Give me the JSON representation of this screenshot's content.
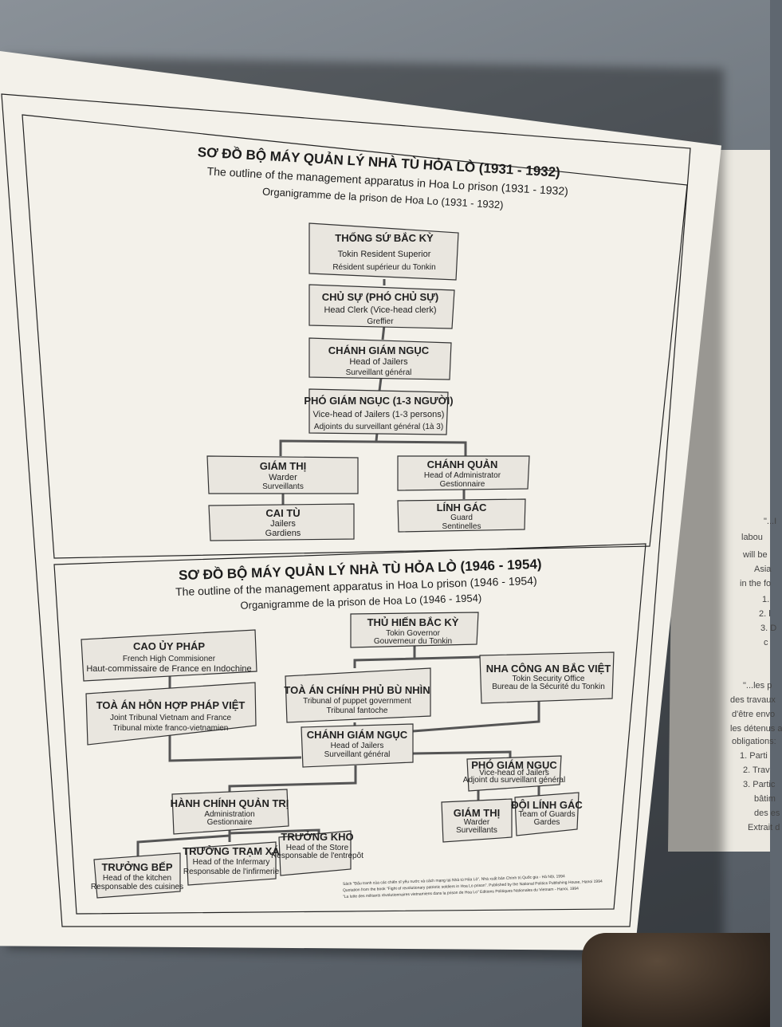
{
  "chart1": {
    "title_vi": "SƠ ĐỒ BỘ MÁY QUẢN LÝ NHÀ TÙ HỎA LÒ (1931 - 1932)",
    "title_en": "The outline of the management apparatus in Hoa Lo prison (1931 - 1932)",
    "title_fr": "Organigramme de la prison de Hoa Lo (1931 - 1932)",
    "nodes": {
      "resident": {
        "vi": "THỐNG SỨ BẮC KỲ",
        "en": "Tokin Resident Superior",
        "fr": "Résident supérieur du Tonkin"
      },
      "clerk": {
        "vi": "CHỦ SỰ (PHÓ CHỦ SỰ)",
        "en": "Head Clerk (Vice-head clerk)",
        "fr": "Greffier"
      },
      "head_jailers": {
        "vi": "CHÁNH GIÁM NGỤC",
        "en": "Head of Jailers",
        "fr": "Surveillant général"
      },
      "vice_jailers": {
        "vi": "PHÓ GIÁM NGỤC (1-3 NGƯỜI)",
        "en": "Vice-head of Jailers (1-3 persons)",
        "fr": "Adjoints du surveillant général (1à 3)"
      },
      "warder": {
        "vi": "GIÁM THỊ",
        "en": "Warder",
        "fr": "Surveillants"
      },
      "administrator": {
        "vi": "CHÁNH QUẢN",
        "en": "Head of Administrator",
        "fr": "Gestionnaire"
      },
      "jailers": {
        "vi": "CAI TÙ",
        "en": "Jailers",
        "fr": "Gardiens"
      },
      "guard": {
        "vi": "LÍNH GÁC",
        "en": "Guard",
        "fr": "Sentinelles"
      }
    }
  },
  "chart2": {
    "title_vi": "SƠ ĐỒ BỘ MÁY QUẢN LÝ NHÀ TÙ HỎA LÒ (1946 - 1954)",
    "title_en": "The outline of the management apparatus in Hoa Lo prison (1946 - 1954)",
    "title_fr": "Organigramme de la prison de Hoa Lo (1946 - 1954)",
    "nodes": {
      "governor": {
        "vi": "THỦ HIẾN BẮC KỲ",
        "en": "Tokin Governor",
        "fr": "Gouverneur du Tonkin"
      },
      "commissioner": {
        "vi": "CAO ỦY PHÁP",
        "en": "French High Commisioner",
        "fr": "Haut-commissaire de France en Indochine"
      },
      "security": {
        "vi": "NHA CÔNG AN BẮC VIỆT",
        "en": "Tokin Security Office",
        "fr": "Bureau de la Sécurité du Tonkin"
      },
      "joint_tribunal": {
        "vi": "TOÀ ÁN HỖN HỢP PHÁP VIỆT",
        "en": "Joint Tribunal Vietnam and France",
        "fr": "Tribunal mixte franco-vietnamien"
      },
      "puppet_tribunal": {
        "vi": "TOÀ ÁN CHÍNH PHỦ BÙ NHÌN",
        "en": "Tribunal of puppet government",
        "fr": "Tribunal fantoche"
      },
      "head_jailers": {
        "vi": "CHÁNH GIÁM NGỤC",
        "en": "Head of Jailers",
        "fr": "Surveillant général"
      },
      "vice_jailers": {
        "vi": "PHÓ GIÁM NGỤC",
        "en": "Vice-head of Jailers",
        "fr": "Adjoint du surveillant général"
      },
      "administration": {
        "vi": "HÀNH CHÍNH QUẢN TRỊ",
        "en": "Administration",
        "fr": "Gestionnaire"
      },
      "warder": {
        "vi": "GIÁM THỊ",
        "en": "Warder",
        "fr": "Surveillants"
      },
      "guards_team": {
        "vi": "ĐỘI LÍNH GÁC",
        "en": "Team of Guards",
        "fr": "Gardes"
      },
      "kitchen": {
        "vi": "TRƯỞNG BẾP",
        "en": "Head of the kitchen",
        "fr": "Responsable des cuisines"
      },
      "infirmary": {
        "vi": "TRƯỞNG TRẠM XÁ",
        "en": "Head of the Infermary",
        "fr": "Responsable de l'infirmerie"
      },
      "store": {
        "vi": "TRƯỞNG KHO",
        "en": "Head of the Store",
        "fr": "Responsable de l'entrepôt"
      }
    },
    "source": [
      "Sách \"Đấu tranh của các chiến sĩ yêu nước và cách mạng tại Nhà tù Hỏa Lò\", Nhà xuất bản Chính trị Quốc gia - Hà Nội, 1994",
      "Quotation from the book \"Fight of revolutionary patriotic soldiers in Hoa Lo prison\". Published by the National Politics Publishing House, Hanoi 1994",
      "\"La lutte des militants révolutionnaires vietnamiens dans la prison de Hoa Lo\" Editions Politiques Nationales du Vietnam - Hanoi, 1994"
    ]
  },
  "right_panel": {
    "lines": [
      "\"...I",
      "labou",
      "will be",
      "Asia",
      "in the fo",
      "1.",
      "2. l",
      "3. D",
      "c",
      "\"...les p",
      "des travaux",
      "d'être envo",
      "les détenus a",
      "obligations:",
      "1. Parti",
      "2. Trav",
      "3. Partic",
      "bâtim",
      "des es",
      "Extrait d"
    ]
  }
}
